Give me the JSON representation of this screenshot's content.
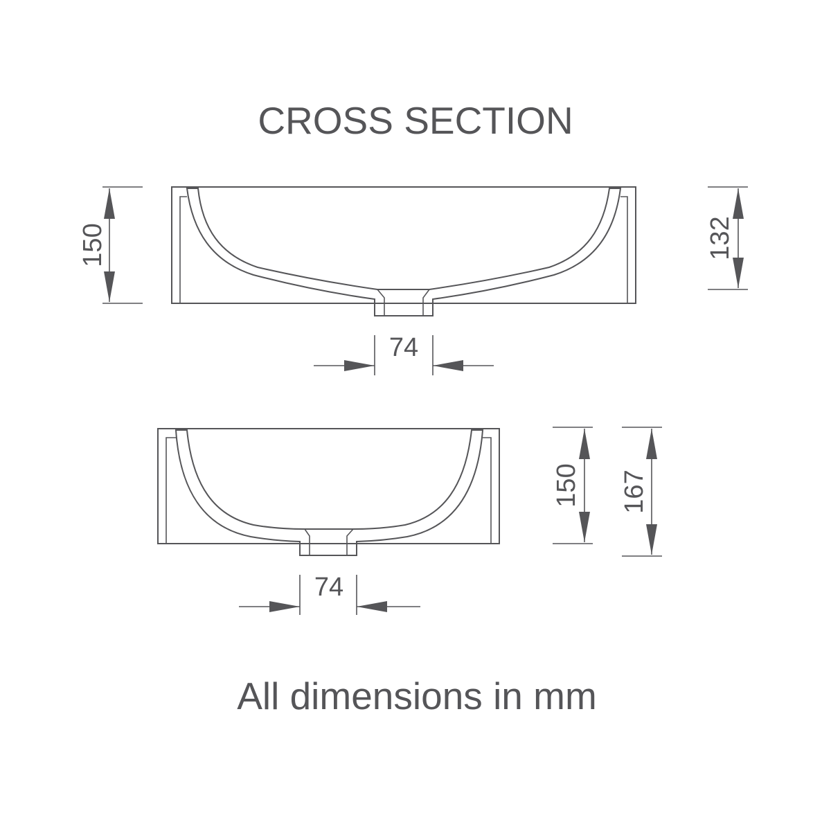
{
  "title": "CROSS SECTION",
  "footer": "All dimensions in mm",
  "views": {
    "upper": {
      "height_overall": "150",
      "height_inner": "132",
      "drain_width": "74"
    },
    "lower": {
      "height_inner": "150",
      "height_overall": "167",
      "drain_width": "74"
    }
  }
}
